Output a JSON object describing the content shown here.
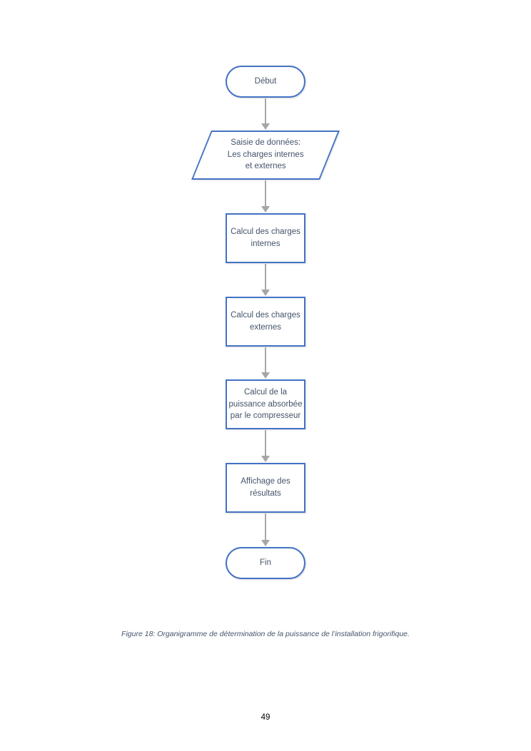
{
  "page": {
    "caption": "Figure 18: Organigramme de détermination de la puissance de l’installation frigorifique.",
    "number": "49"
  },
  "flowchart": {
    "colors": {
      "shape_border": "#4472C4",
      "shape_text": "#44546A",
      "arrow": "#A6A6A6"
    },
    "nodes": [
      {
        "id": "start",
        "type": "terminator",
        "label": "Début"
      },
      {
        "id": "input",
        "type": "io",
        "label": "Saisie de données:\nLes charges internes\net externes"
      },
      {
        "id": "calc-internes",
        "type": "process",
        "label": "Calcul des charges\ninternes"
      },
      {
        "id": "calc-externes",
        "type": "process",
        "label": "Calcul des charges\nexternes"
      },
      {
        "id": "calc-puissance",
        "type": "process",
        "label": "Calcul de la\npuissance absorbée\npar le compresseur"
      },
      {
        "id": "affichage",
        "type": "process",
        "label": "Affichage des\nrésultats"
      },
      {
        "id": "end",
        "type": "terminator",
        "label": "Fin"
      }
    ]
  }
}
